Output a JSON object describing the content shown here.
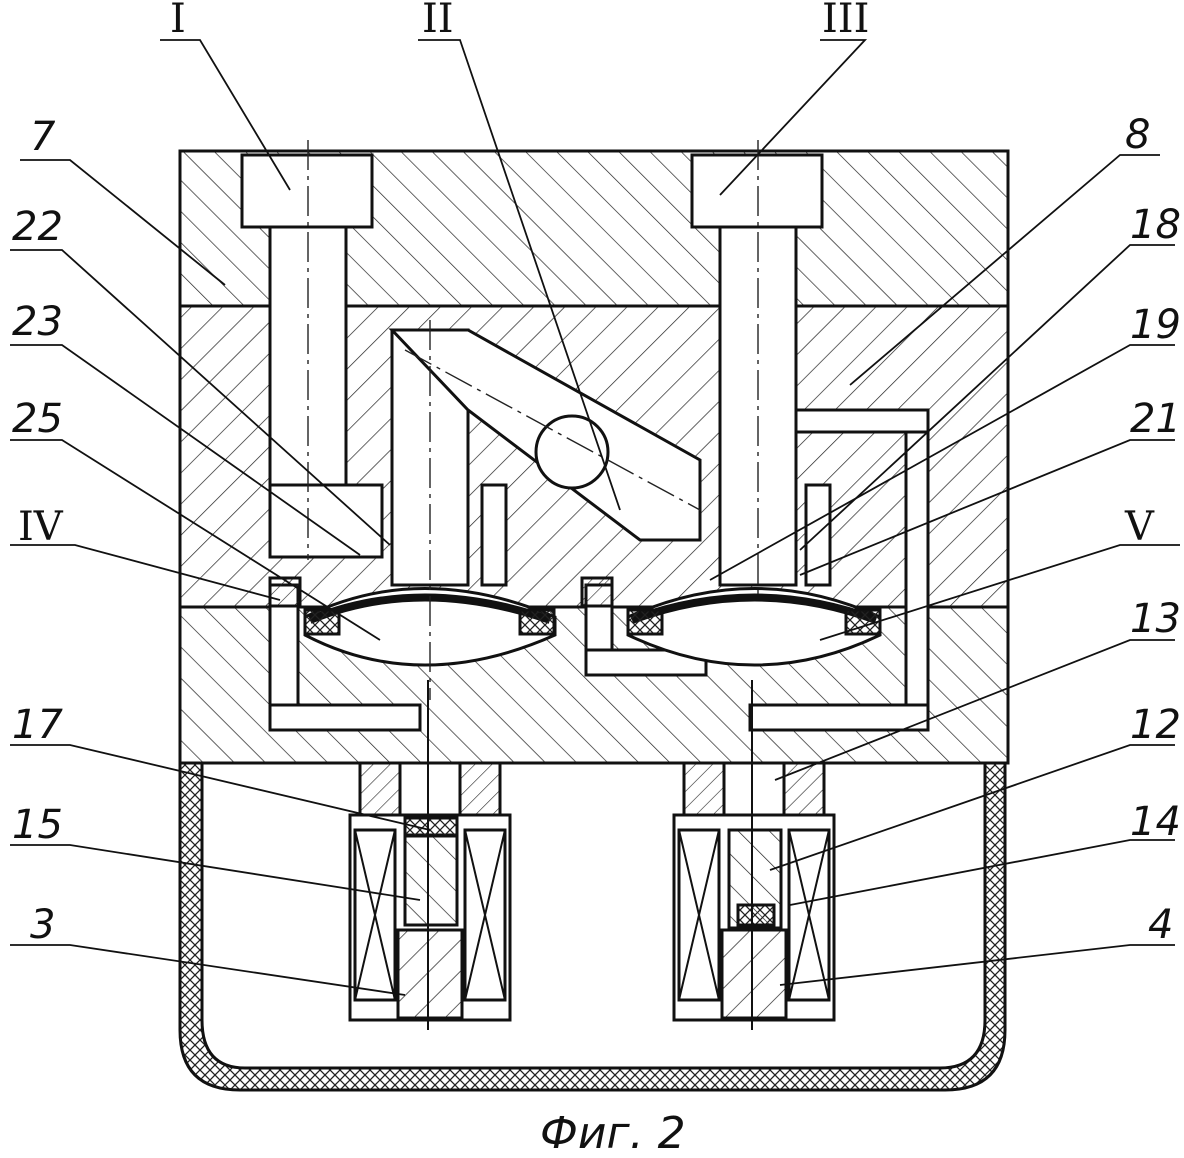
{
  "figure": {
    "caption": "Фиг. 2",
    "labels": {
      "I": "I",
      "II": "II",
      "III": "III",
      "IV": "IV",
      "V": "V",
      "n7": "7",
      "n22": "22",
      "n23": "23",
      "n25": "25",
      "n17": "17",
      "n15": "15",
      "n3": "3",
      "n8": "8",
      "n18": "18",
      "n19": "19",
      "n21": "21",
      "n13": "13",
      "n12": "12",
      "n14": "14",
      "n4": "4"
    }
  }
}
